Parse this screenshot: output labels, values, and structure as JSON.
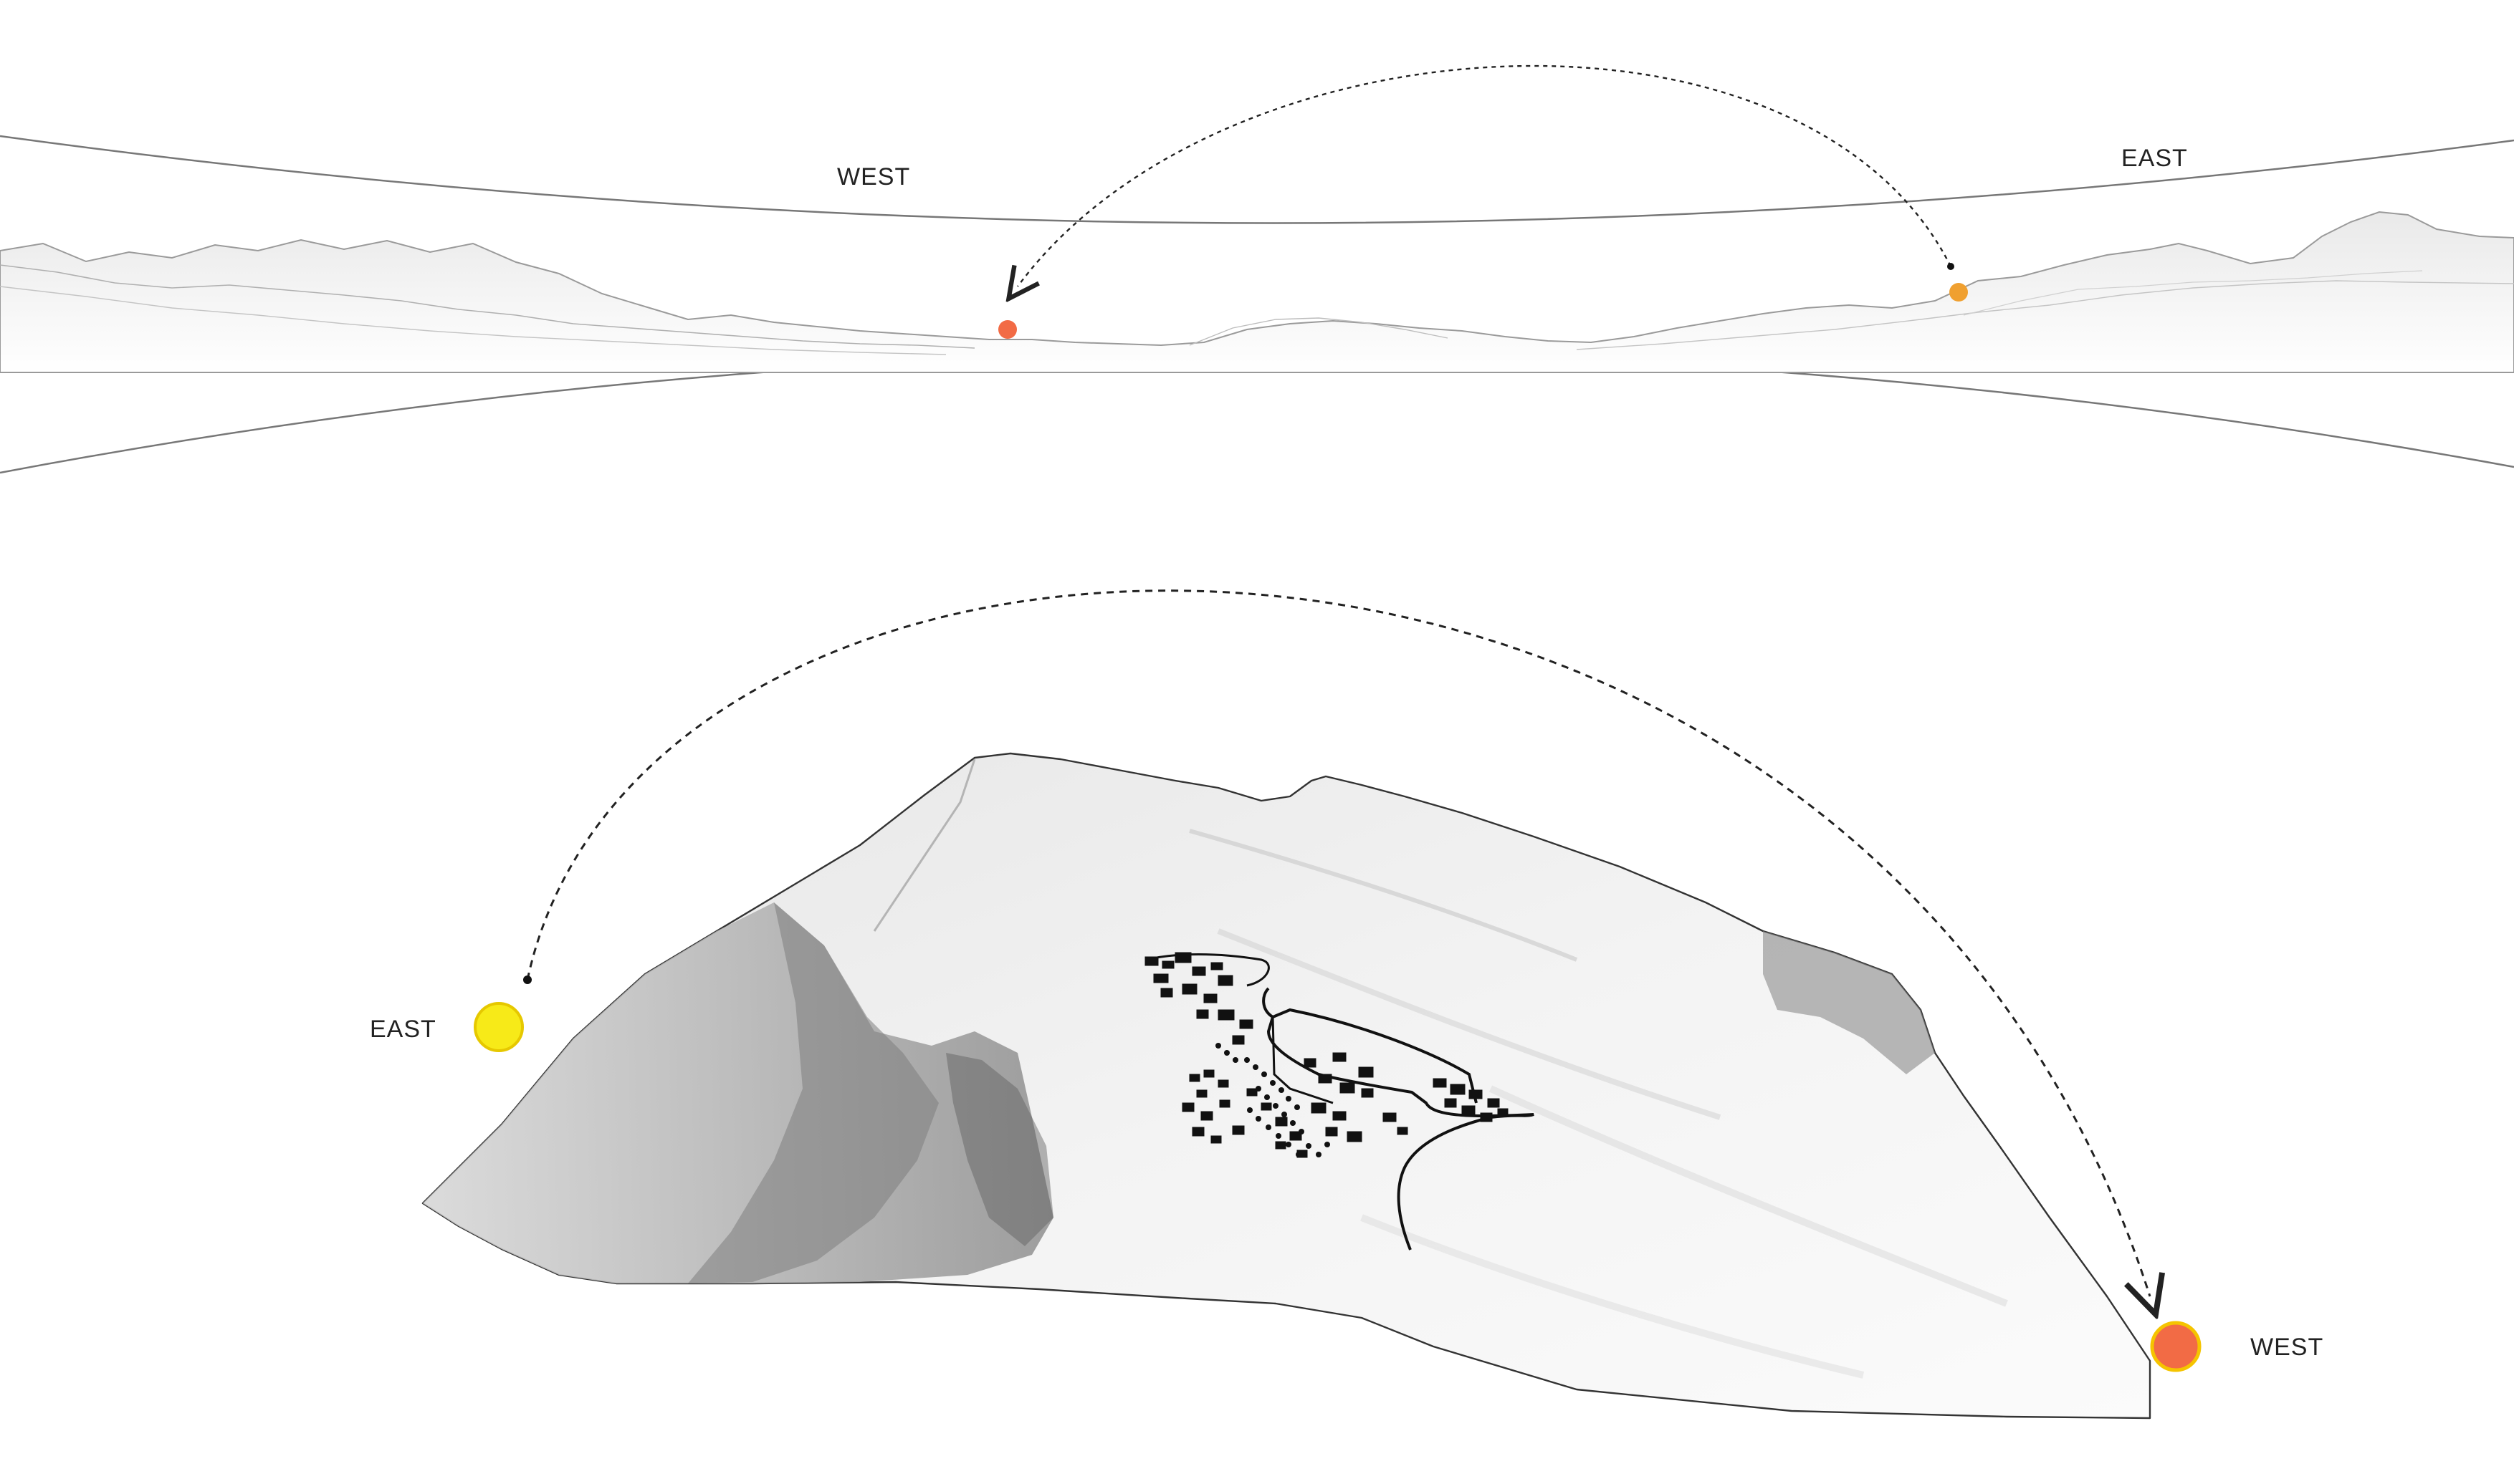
{
  "panorama": {
    "label_left": "WEST",
    "label_right": "EAST",
    "sun_start_color": "#f0a030",
    "sun_end_color": "#f26b45"
  },
  "terrain": {
    "label_left": "EAST",
    "label_right": "WEST",
    "sun_start_color": "#f7ea18",
    "sun_start_ring": "#e6c800",
    "sun_end_color": "#f26b45",
    "sun_end_ring": "#f5c400"
  },
  "palette": {
    "line": "#444444",
    "terrain_light": "#f2f2f2",
    "terrain_mid": "#d6d6d6",
    "terrain_dark": "#9a9a9a",
    "settlement": "#111111"
  }
}
